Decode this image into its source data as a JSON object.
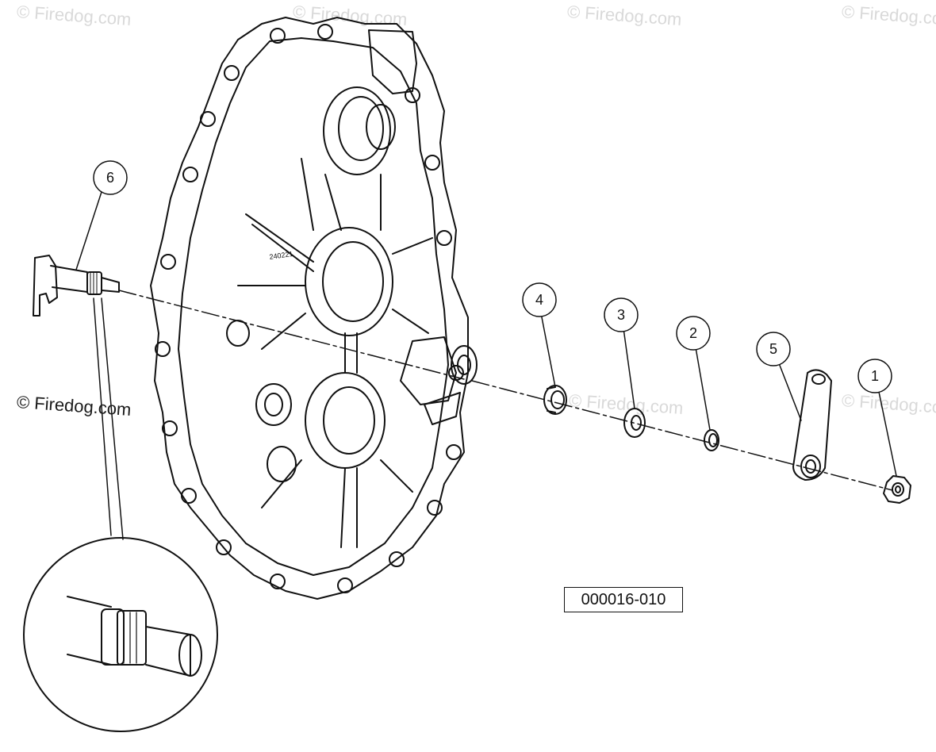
{
  "watermarks": {
    "top_1": "© Firedog.com",
    "top_2": "© Firedog.com",
    "top_3": "© Firedog.com",
    "top_4": "© Firedog.com",
    "mid_left": "© Firedog.com",
    "mid_center": "© Firedog.com",
    "mid_right": "© Firedog.com"
  },
  "callouts": {
    "c1": "1",
    "c2": "2",
    "c3": "3",
    "c4": "4",
    "c5": "5",
    "c6": "6"
  },
  "cover_casting_number": "240221",
  "figure_id": "000016-010",
  "colors": {
    "line": "#111111",
    "watermark": "#d9d9d9",
    "background": "#ffffff"
  }
}
